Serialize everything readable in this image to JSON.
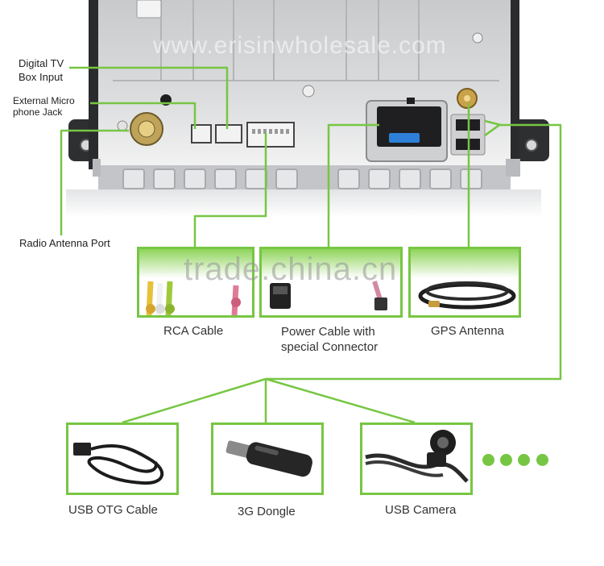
{
  "watermarks": {
    "top": "www.erisinwholesale.com",
    "middle": "trade.china.cn"
  },
  "port_labels": {
    "digital_tv": [
      "Digital TV",
      "Box Input"
    ],
    "mic": [
      "External Micro",
      "phone Jack"
    ],
    "radio": "Radio Antenna Port"
  },
  "accessories": [
    {
      "label": "RCA Cable"
    },
    {
      "label_lines": [
        "Power Cable with",
        "special Connector"
      ]
    },
    {
      "label": "GPS Antenna"
    },
    {
      "label": "USB OTG Cable"
    },
    {
      "label": "3G Dongle"
    },
    {
      "label": "USB Camera"
    }
  ],
  "colors": {
    "accent": "#77c643",
    "panel": "#d3d4d6"
  }
}
